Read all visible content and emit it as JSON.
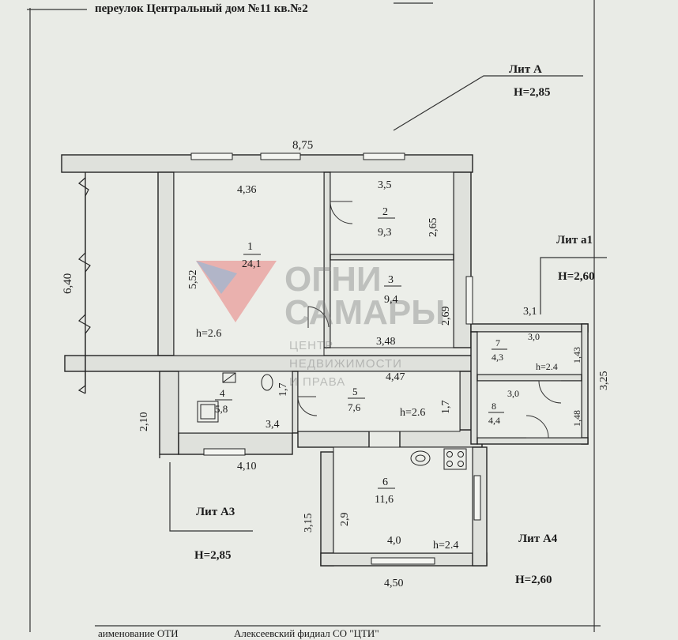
{
  "header": {
    "address": "переулок Центральный дом №11 кв.№2"
  },
  "footer": {
    "label_left": "аименование ОТИ",
    "label_right": "Алексеевский фидиал СО \"ЦТИ\""
  },
  "watermark": {
    "line1": "ОГНИ",
    "line2": "САМАРЫ",
    "sub1": "ЦЕНТР",
    "sub2": "НЕДВИЖИМОСТИ",
    "sub3": "И ПРАВА",
    "color_text": "#7f7f7f",
    "color_red": "#e85a5a",
    "color_blue": "#6aa6d6"
  },
  "liters": {
    "a": {
      "name": "Лит А",
      "height": "H=2,85"
    },
    "a1": {
      "name": "Лит а1",
      "height": "H=2,60"
    },
    "a3": {
      "name": "Лит А3",
      "height": "H=2,85"
    },
    "a4": {
      "name": "Лит А4",
      "height": "H=2,60"
    }
  },
  "rooms": [
    {
      "number": "1",
      "area": "24,1",
      "ceiling": "h=2.6"
    },
    {
      "number": "2",
      "area": "9,3"
    },
    {
      "number": "3",
      "area": "9,4"
    },
    {
      "number": "4",
      "area": "5,8"
    },
    {
      "number": "5",
      "area": "7,6",
      "ceiling": "h=2.6"
    },
    {
      "number": "6",
      "area": "11,6",
      "ceiling": "h=2.4"
    },
    {
      "number": "7",
      "area": "4,3",
      "ceiling": "h=2.4"
    },
    {
      "number": "8",
      "area": "4,4"
    }
  ],
  "dimensions": {
    "top_total": "8,75",
    "left_height": "6,40",
    "room1_width": "4,36",
    "room1_height": "5,52",
    "room2_width": "3,5",
    "room2_height": "2,65",
    "room3_width": "3,48",
    "room3_height": "2,69",
    "corridor_width": "4,47",
    "room5_depth": "1,7",
    "room4_width": "3,4",
    "room4_depth": "1,7",
    "a3_bottom": "4,10",
    "a3_left": "2,10",
    "room6_left_outer": "3,15",
    "room6_left_inner": "2,9",
    "room6_width": "4,0",
    "a4_bottom": "4,50",
    "a1_top": "3,1",
    "room7_width": "3,0",
    "room7_depth": "1,43",
    "room8_width": "3,0",
    "room8_depth": "1,48",
    "a1_right": "3,25"
  }
}
